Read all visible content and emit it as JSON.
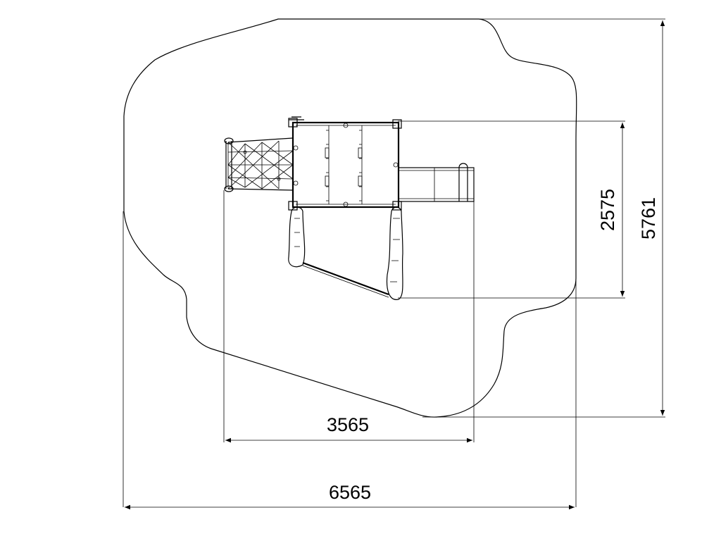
{
  "dimensions": {
    "total_width": "6565",
    "inner_width": "3565",
    "total_depth": "5761",
    "inner_depth": "2575"
  },
  "colors": {
    "line": "#000000",
    "background": "#ffffff"
  }
}
